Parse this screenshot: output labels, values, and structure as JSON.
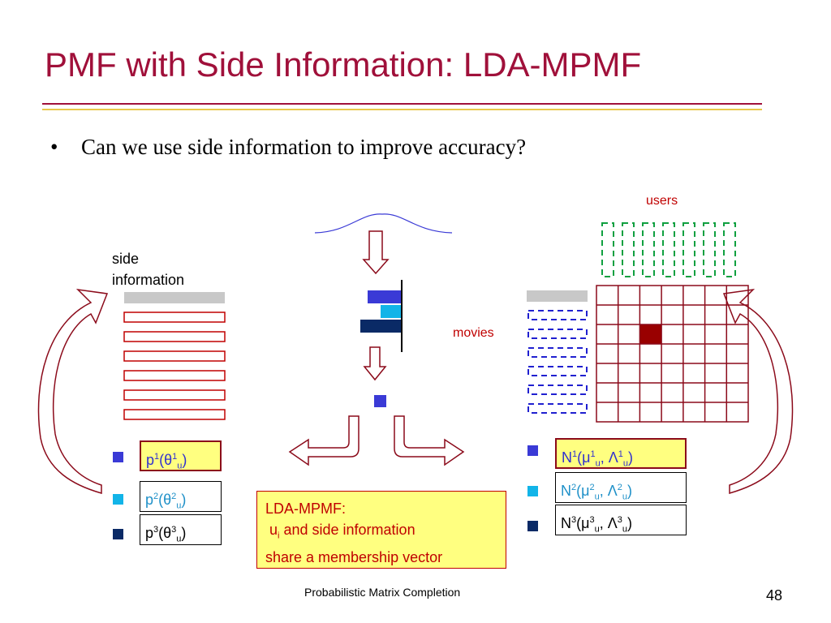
{
  "title": "PMF with Side Information: LDA-MPMF",
  "bullet": "Can we use side information to improve accuracy?",
  "labels": {
    "side_info_line1": "side",
    "side_info_line2": "information",
    "users": "users",
    "movies": "movies"
  },
  "left_boxes": [
    {
      "base": "p",
      "sup1": "1",
      "mid": "(θ",
      "sup2": "1",
      "sub": "u",
      "end": ")",
      "color": "#3030d0"
    },
    {
      "base": "p",
      "sup1": "2",
      "mid": "(θ",
      "sup2": "2",
      "sub": "u",
      "end": ")",
      "color": "#1e90c8"
    },
    {
      "base": "p",
      "sup1": "3",
      "mid": "(θ",
      "sup2": "3",
      "sub": "u",
      "end": ")",
      "color": "#000000"
    }
  ],
  "right_boxes": [
    {
      "base": "N",
      "sup1": "1",
      "mid": "(μ",
      "sup2": "1",
      "sub": "u",
      "sep": ", Λ",
      "sup3": "1",
      "sub2": "u",
      "end": ")",
      "color": "#3030d0"
    },
    {
      "base": "N",
      "sup1": "2",
      "mid": "(μ",
      "sup2": "2",
      "sub": "u",
      "sep": ", Λ",
      "sup3": "2",
      "sub2": "u",
      "end": ")",
      "color": "#1e90c8"
    },
    {
      "base": "N",
      "sup1": "3",
      "mid": "(μ",
      "sup2": "3",
      "sub": "u",
      "sep": ", Λ",
      "sup3": "3",
      "sub2": "u",
      "end": ")",
      "color": "#000000"
    }
  ],
  "note": {
    "line1": "LDA-MPMF:",
    "line2_var": "u",
    "line2_sub": "i",
    "line2_rest": " and side information",
    "line3": "share a membership vector"
  },
  "colors": {
    "title": "#a0103a",
    "dark_red": "#8b0a1a",
    "membership_1": "#3a3ad6",
    "membership_2": "#12b4e8",
    "membership_3": "#0a2a66",
    "user_dash": "#10a040",
    "movie_dash": "#2020d0",
    "note_bg": "#ffff80"
  },
  "footer": "Probabilistic Matrix Completion",
  "page_number": "48"
}
